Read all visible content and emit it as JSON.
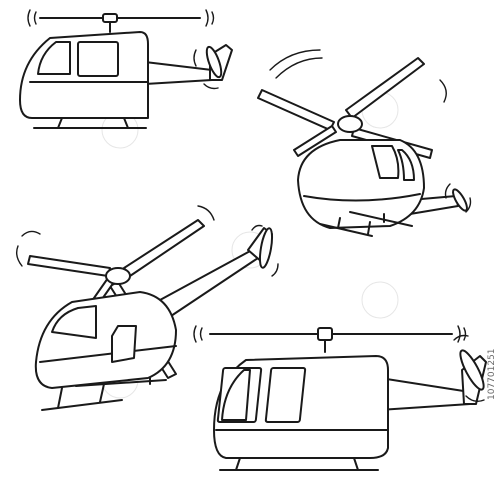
{
  "image": {
    "description_items": [
      "helicopter-1",
      "helicopter-2",
      "helicopter-3",
      "helicopter-4"
    ],
    "stock_id": "107701251",
    "colors": {
      "background": "#ffffff",
      "line": "#1a1a1a",
      "watermark": "#e2e2e2"
    }
  }
}
